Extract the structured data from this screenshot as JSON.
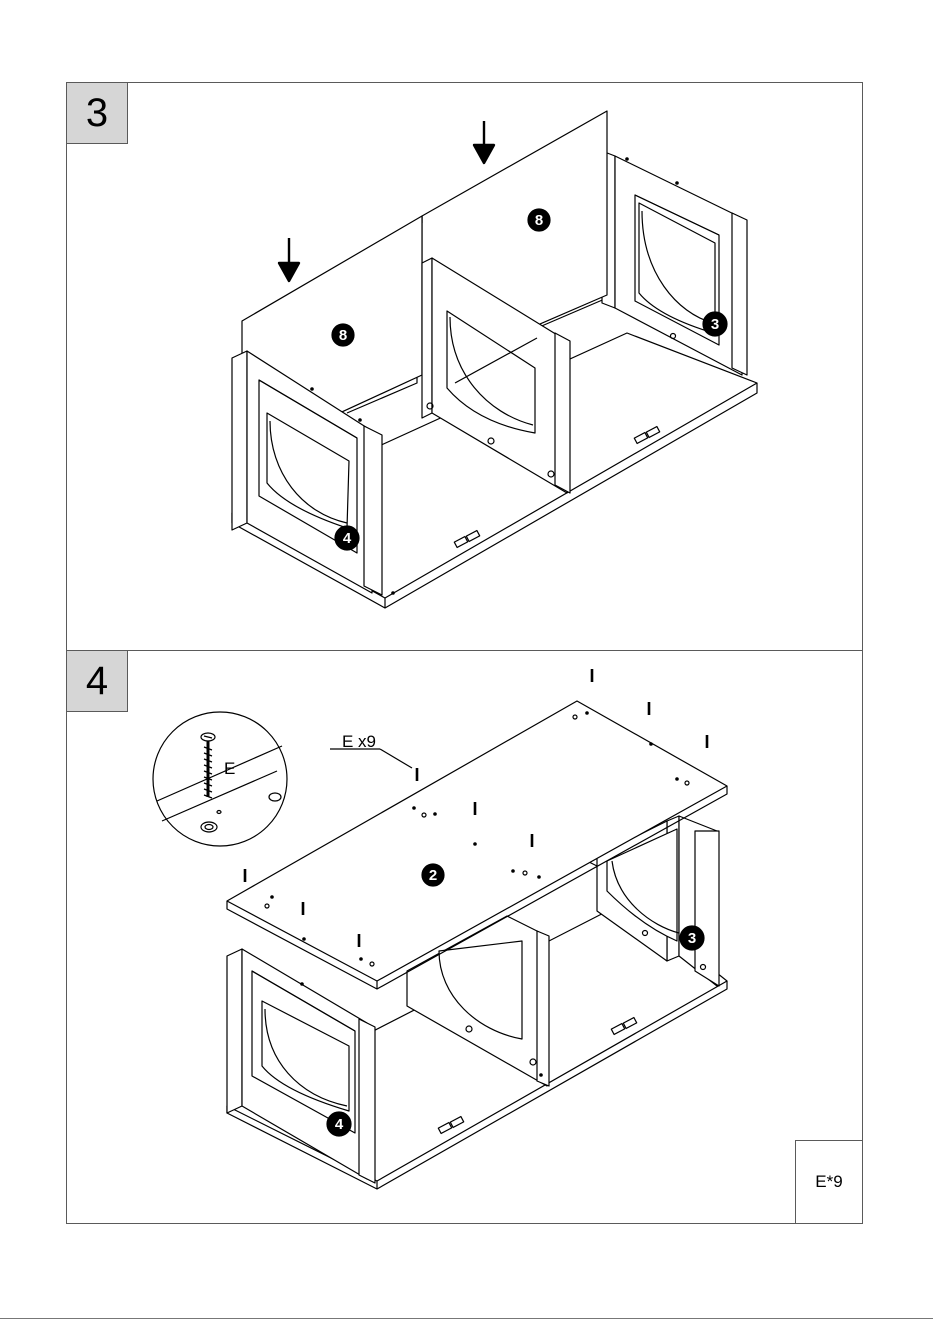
{
  "steps": [
    {
      "number": "3",
      "parts": [
        "8",
        "8",
        "3",
        "4"
      ]
    },
    {
      "number": "4",
      "parts": [
        "2",
        "3",
        "4"
      ],
      "detail_label": "E",
      "callout_label": "E x9",
      "quantity_label": "E*9"
    }
  ]
}
